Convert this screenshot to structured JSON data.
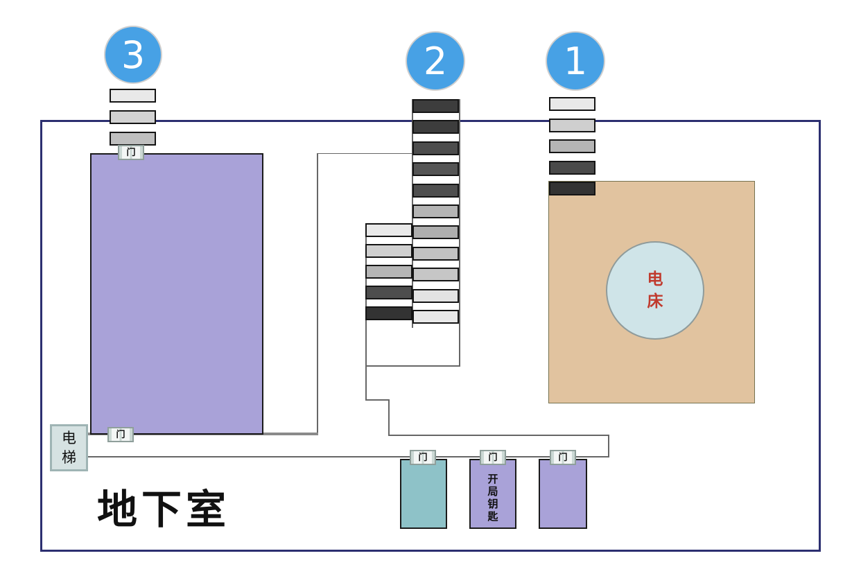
{
  "map_title": "地下室",
  "labels": {
    "door": "门",
    "elevator": "电\n梯",
    "machine": "电\n床",
    "start_key": "开\n局\n钥\n匙"
  },
  "exits": [
    {
      "number": "1"
    },
    {
      "number": "2"
    },
    {
      "number": "3"
    }
  ],
  "stairs": {
    "exit3_steps": [
      "#e9e9e9",
      "#d2d2d2",
      "#bfbfbf"
    ],
    "exit1_steps": [
      "#e9e9e9",
      "#cfcfcf",
      "#b5b5b5",
      "#4a4a4a",
      "#333333"
    ],
    "exit2_main_steps": [
      "#3d3d3d",
      "#3d3d3d",
      "#4d4d4d",
      "#555555",
      "#4f4f4f",
      "#b5b5b5",
      "#aeaeae",
      "#c2c2c2",
      "#c6c6c6",
      "#e3e3e3",
      "#e9e9e9"
    ],
    "exit2_side_steps": [
      "#e9e9e9",
      "#d0d0d0",
      "#b5b5b5",
      "#4d4d4d",
      "#333333"
    ]
  },
  "colors": {
    "outer_border": "#2c2f70",
    "wall": "#666666",
    "corridor": "#8a8a8a",
    "badge_fill": "#47a1e5",
    "badge_border": "#cfcfcf",
    "room_purple": "#a9a2d8",
    "room_border_dark": "#1a1a1a",
    "room_tan": "#e1c39f",
    "tan_border": "#75714f",
    "machine_fill": "#cfe4e8",
    "machine_border": "#8f9b9b",
    "machine_text": "#c03a2d",
    "room_teal": "#8ec2c8",
    "elevator_fill": "#d6e2e2",
    "elevator_border": "#9fb4b4",
    "door_fill": "#cbd8d4",
    "door_panel": "#f3f6f5",
    "door_border": "#8f9f9b",
    "stair_border": "#141414",
    "ink": "#111111"
  }
}
